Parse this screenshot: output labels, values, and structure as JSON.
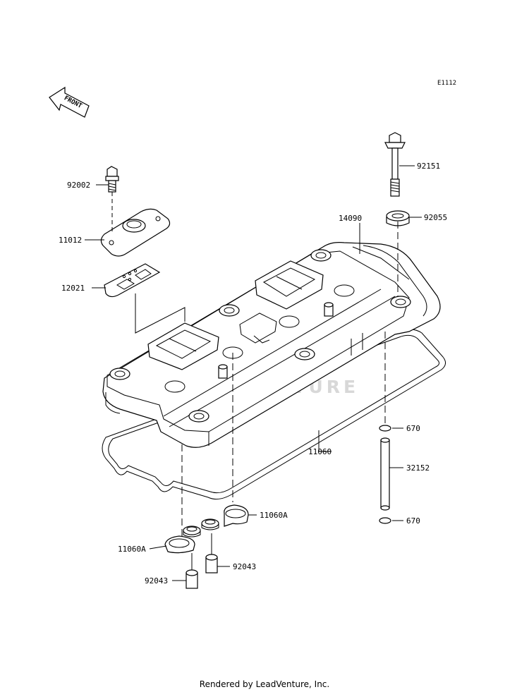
{
  "diagram_code": "E1112",
  "front_label": "FRONT",
  "watermark": "LEADVENTURE",
  "footer": "Rendered by LeadVenture, Inc.",
  "callouts": {
    "p92002": "92002",
    "p11012": "11012",
    "p12021": "12021",
    "p92151": "92151",
    "p92055": "92055",
    "p14090": "14090",
    "p670_top": "670",
    "p32152": "32152",
    "p670_bottom": "670",
    "p11060": "11060",
    "p11060A_right": "11060A",
    "p11060A_left": "11060A",
    "p92043_right": "92043",
    "p92043_left": "92043"
  }
}
